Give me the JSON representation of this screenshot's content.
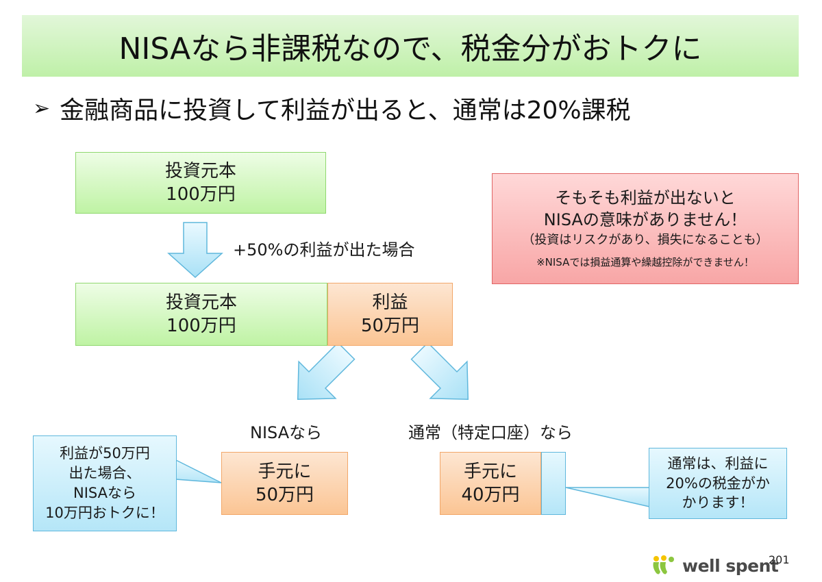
{
  "title": "NISAなら非課税なので、税金分がおトクに",
  "bullet": {
    "marker": "➢",
    "text": "金融商品に投資して利益が出ると、通常は20%課税"
  },
  "principal_box": {
    "line1": "投資元本",
    "line2": "100万円"
  },
  "growth_label": "+50%の利益が出た場合",
  "principal_box2": {
    "line1": "投資元本",
    "line2": "100万円"
  },
  "profit_box": {
    "line1": "利益",
    "line2": "50万円"
  },
  "warning_box": {
    "line1": "そもそも利益が出ないと",
    "line2": "NISAの意味がありません！",
    "line3": "（投資はリスクがあり、損失になることも）",
    "note": "※NISAでは損益通算や繰越控除ができません！"
  },
  "nisa_label": "NISAなら",
  "normal_label": "通常（特定口座）なら",
  "nisa_result": {
    "line1": "手元に",
    "line2": "50万円"
  },
  "normal_result": {
    "line1": "手元に",
    "line2": "40万円"
  },
  "callout_left": {
    "line1": "利益が50万円",
    "line2": "出た場合、",
    "line3": "NISAなら",
    "line4": "10万円おトクに！"
  },
  "callout_right": {
    "line1": "通常は、利益に",
    "line2": "20%の税金がか",
    "line3": "かります！"
  },
  "logo": {
    "text": "well spent"
  },
  "page_number": "201",
  "colors": {
    "green": "#bff3a4",
    "orange": "#fbc594",
    "red": "#f8a6a6",
    "blue": "#b5e6f8",
    "logo_green": "#8cc63f",
    "logo_yellow": "#f5c400"
  }
}
